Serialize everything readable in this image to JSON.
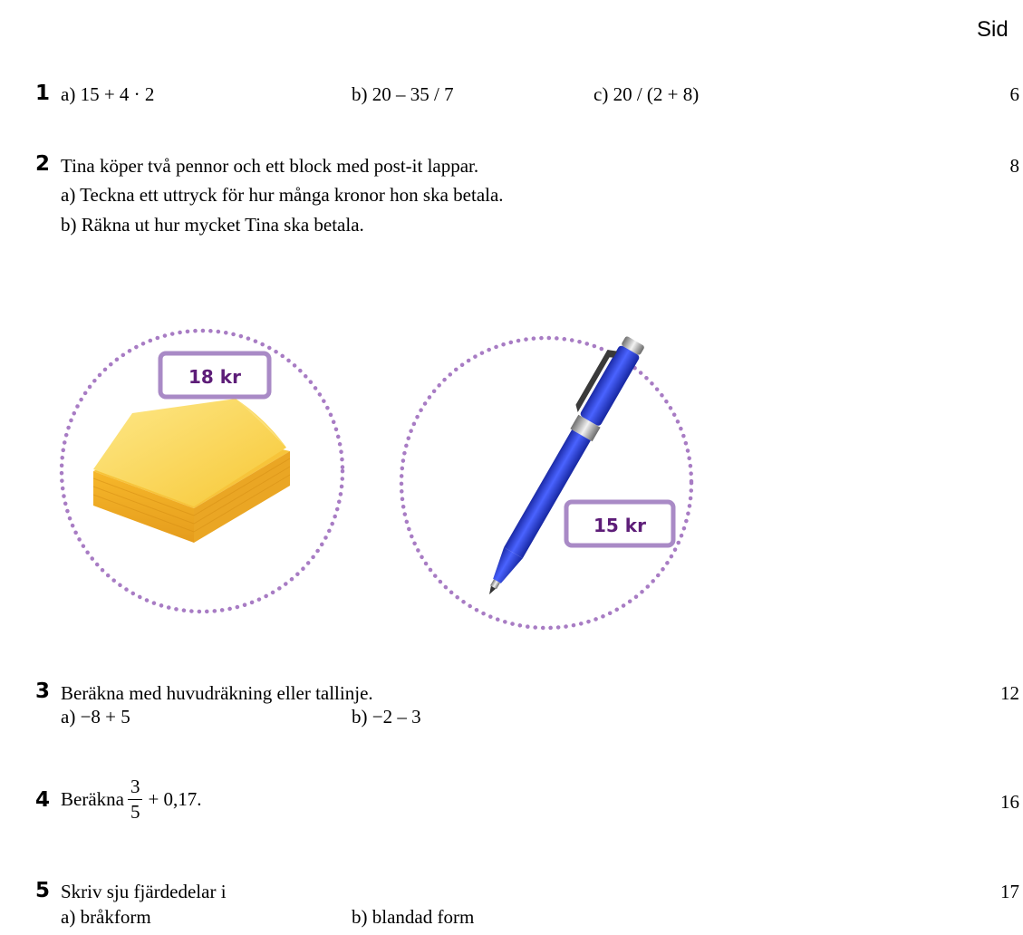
{
  "header": {
    "sid_label": "Sid"
  },
  "tasks": [
    {
      "number": "1",
      "page": "6",
      "parts": [
        "a)  15 + 4 · 2",
        "b)  20 – 35 / 7",
        "c)  20 / (2 + 8)"
      ]
    },
    {
      "number": "2",
      "page": "8",
      "text": "Tina köper två pennor och ett block med post-it lappar.",
      "parts": [
        "a)  Teckna ett uttryck för hur många kronor hon ska betala.",
        "b)  Räkna ut hur mycket Tina ska betala."
      ],
      "prices": {
        "block": "18 kr",
        "pen": "15 kr"
      }
    },
    {
      "number": "3",
      "page": "12",
      "text": "Beräkna med huvudräkning eller tallinje.",
      "parts": [
        "a)  −8 + 5",
        "b)  −2 – 3"
      ]
    },
    {
      "number": "4",
      "page": "16",
      "text_before": "Beräkna",
      "fraction": {
        "numerator": "3",
        "denominator": "5"
      },
      "text_after": "+ 0,17."
    },
    {
      "number": "5",
      "page": "17",
      "text": "Skriv sju fjärdedelar i",
      "parts": [
        "a)  bråkform",
        "b)  blandad form"
      ]
    }
  ],
  "colors": {
    "dots": "#a87cc4",
    "label_border": "#a98ac6",
    "label_text": "#5d1d78",
    "pen_blue": "#2a3fd6",
    "note_yellow": "#f8c93c"
  }
}
